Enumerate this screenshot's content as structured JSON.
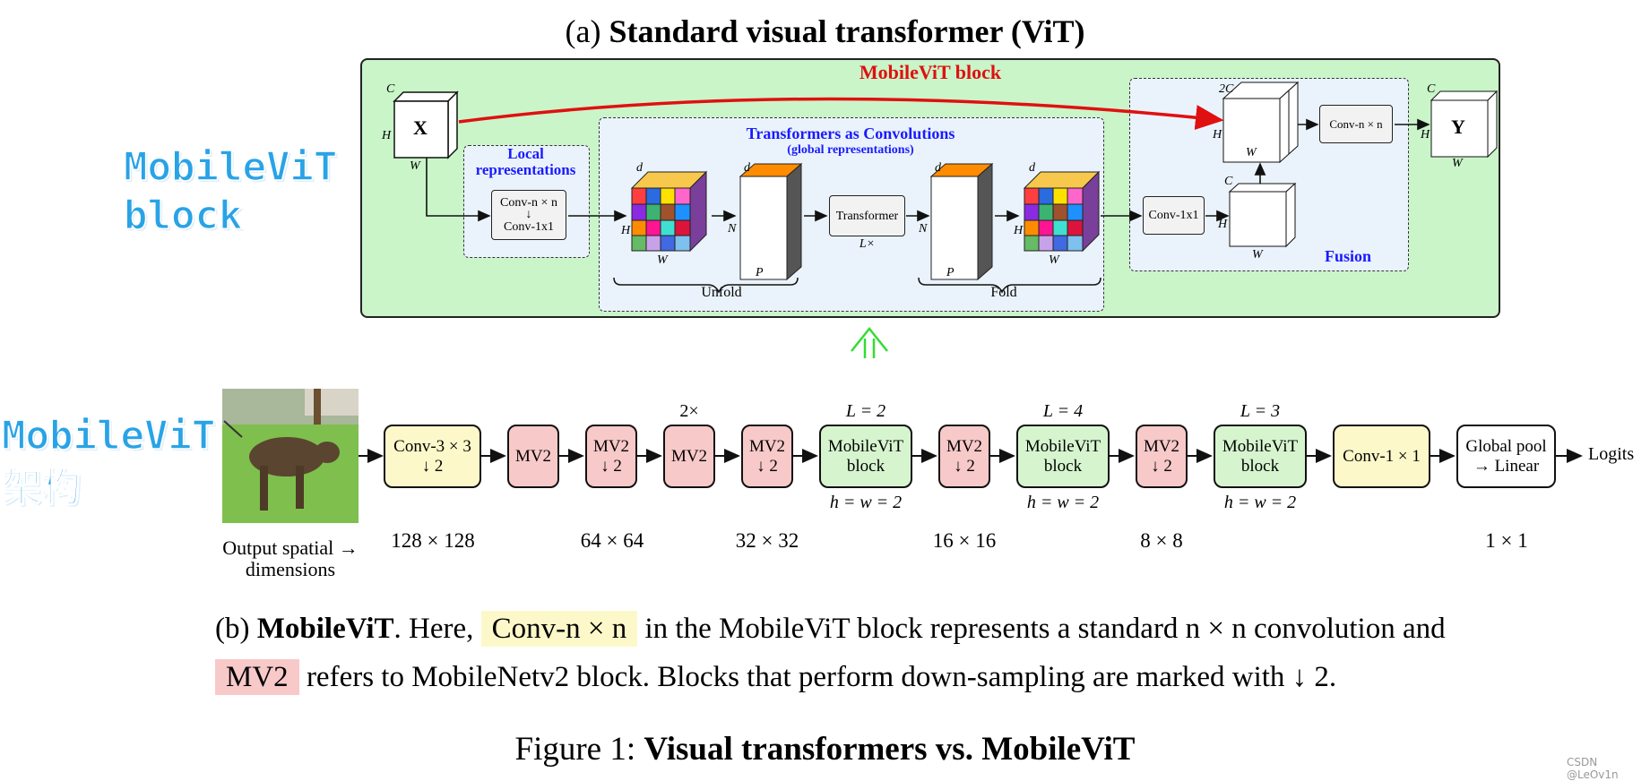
{
  "title_a": {
    "prefix": "(a) ",
    "bold": "Standard visual transformer (ViT)"
  },
  "side_labels": {
    "top_line1": "MobileViT",
    "top_line2": "block",
    "bottom_line1": "MobileViT",
    "bottom_line2": "架构"
  },
  "block_diagram": {
    "title": "MobileViT block",
    "input": {
      "label": "X",
      "c": "C",
      "h": "H",
      "w": "W"
    },
    "local": {
      "title_line1": "Local",
      "title_line2": "representations",
      "conv_top": "Conv-n × n",
      "arrow": "↓",
      "conv_bottom": "Conv-1x1"
    },
    "global": {
      "title": "Transformers as Convolutions",
      "subtitle": "(global representations)",
      "transformer": "Transformer",
      "repeat": "L×",
      "unfold": "Unfold",
      "fold": "Fold",
      "d": "d",
      "h": "H",
      "w": "W",
      "n": "N",
      "p": "P"
    },
    "fusion": {
      "title": "Fusion",
      "conv1x1": "Conv-1x1",
      "convnxn": "Conv-n × n",
      "c2": "2C",
      "c": "C",
      "h": "H",
      "w": "W"
    },
    "output": {
      "label": "Y",
      "c": "C",
      "h": "H",
      "w": "W"
    },
    "colors": {
      "panel": "#c9f5c9",
      "skip_arrow": "#e01010",
      "up_arrow": "#33dd33",
      "title_red": "#e01010",
      "title_blue": "#1a1aff"
    }
  },
  "arch": {
    "blocks": [
      {
        "label1": "Conv-3 × 3",
        "label2": "↓ 2",
        "color": "yellow"
      },
      {
        "label1": "MV2",
        "label2": "",
        "color": "red"
      },
      {
        "label1": "MV2",
        "label2": "↓ 2",
        "color": "red"
      },
      {
        "label1": "MV2",
        "label2": "",
        "color": "red",
        "above": "2×"
      },
      {
        "label1": "MV2",
        "label2": "↓ 2",
        "color": "red"
      },
      {
        "label1": "MobileViT",
        "label2": "block",
        "color": "green",
        "above": "L = 2",
        "below": "h = w = 2"
      },
      {
        "label1": "MV2",
        "label2": "↓ 2",
        "color": "red"
      },
      {
        "label1": "MobileViT",
        "label2": "block",
        "color": "green",
        "above": "L = 4",
        "below": "h = w = 2"
      },
      {
        "label1": "MV2",
        "label2": "↓ 2",
        "color": "red"
      },
      {
        "label1": "MobileViT",
        "label2": "block",
        "color": "green",
        "above": "L = 3",
        "below": "h = w = 2"
      },
      {
        "label1": "Conv-1 × 1",
        "label2": "",
        "color": "yellow"
      },
      {
        "label1": "Global pool",
        "label2": "→ Linear",
        "color": "white"
      }
    ],
    "logits": "Logits",
    "output_label_line1": "Output spatial →",
    "output_label_line2": "dimensions",
    "dims": [
      "128 × 128",
      "64 × 64",
      "32 × 32",
      "16 × 16",
      "8 × 8",
      "1 × 1"
    ]
  },
  "caption_b": {
    "prefix": "(b) ",
    "bold": "MobileViT",
    "t1": ". Here,",
    "conv_hl": "Conv-n × n",
    "t2": "in the MobileViT block represents a standard n × n convolution and",
    "mv2_hl": "MV2",
    "t3": "refers to MobileNetv2 block. Blocks that perform down-sampling are marked with ↓ 2."
  },
  "figure_caption": {
    "prefix": "Figure 1: ",
    "bold": "Visual transformers vs. MobileViT"
  },
  "watermark": "CSDN @LeOv1n"
}
